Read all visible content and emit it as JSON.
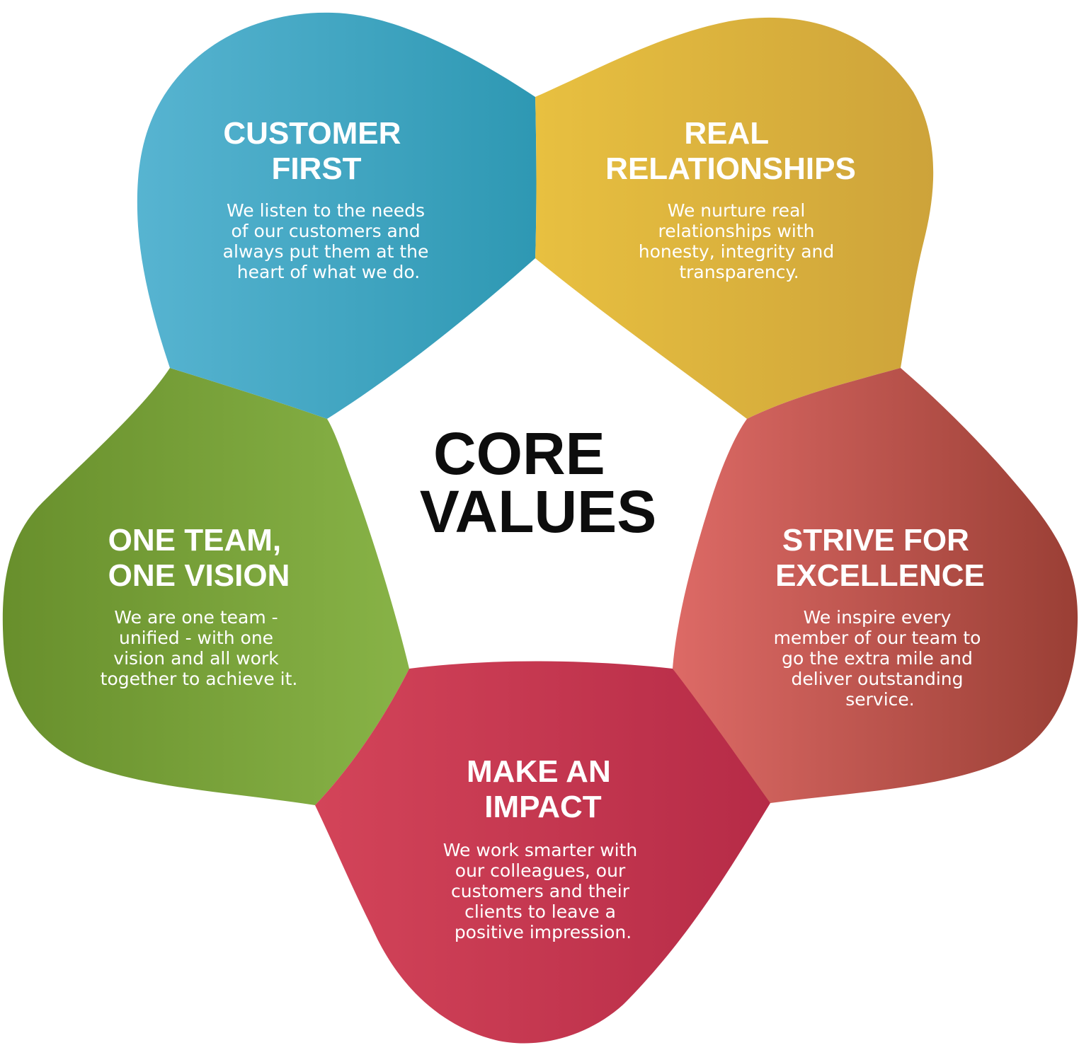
{
  "center": {
    "title_lines": [
      "CORE",
      "VALUES"
    ]
  },
  "petals": [
    {
      "id": "customer-first",
      "title_lines": [
        "CUSTOMER",
        "FIRST"
      ],
      "description_lines": [
        "We listen to the needs",
        "of our customers and",
        "always put them at the",
        "heart of what we do."
      ],
      "color_start": "#57b4d1",
      "color_end": "#2e98b3"
    },
    {
      "id": "real-relationships",
      "title_lines": [
        "REAL",
        "RELATIONSHIPS"
      ],
      "description_lines": [
        "We nurture real",
        "relationships with",
        "honesty, integrity and",
        "transparency."
      ],
      "color_start": "#e8c040",
      "color_end": "#cda33a"
    },
    {
      "id": "strive-for-excellence",
      "title_lines": [
        "STRIVE FOR",
        "EXCELLENCE"
      ],
      "description_lines": [
        "We inspire every",
        "member of our team to",
        "go the extra mile and",
        "deliver outstanding",
        "service."
      ],
      "color_start": "#dd6a66",
      "color_end": "#9a3f35"
    },
    {
      "id": "make-an-impact",
      "title_lines": [
        "MAKE AN",
        "IMPACT"
      ],
      "description_lines": [
        "We work smarter with",
        "our colleagues, our",
        "customers and their",
        "clients to leave a",
        "positive impression."
      ],
      "color_start": "#d34459",
      "color_end": "#b62b47"
    },
    {
      "id": "one-team-one-vision",
      "title_lines": [
        "ONE TEAM,",
        "ONE VISION"
      ],
      "description_lines": [
        "We are one team -",
        "unified - with one",
        "vision and all work",
        "together to achieve it."
      ],
      "color_start": "#688f2c",
      "color_end": "#88b347"
    }
  ]
}
